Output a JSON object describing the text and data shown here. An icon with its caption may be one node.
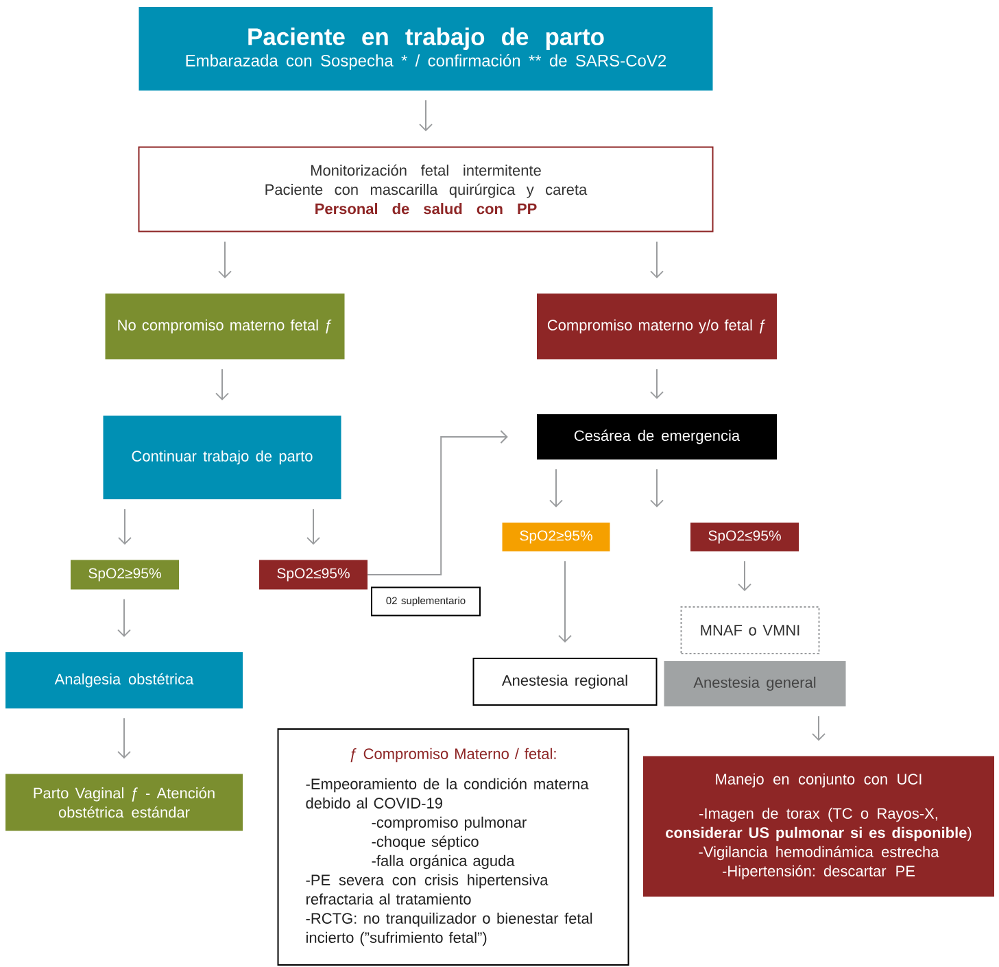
{
  "diagram": {
    "nodes": [
      {
        "text": [
          "Paciente en trabajo de parto",
          "Embarazada con Sospecha * / confirmación ** de SARS-CoV2"
        ]
      },
      {
        "text": [
          "Monitorización fetal intermitente",
          "Paciente con mascarilla quirúrgica y careta",
          "Personal de salud con PP"
        ]
      },
      {
        "text": [
          "No compromiso materno fetal ƒ"
        ]
      },
      {
        "text": [
          "Compromiso materno y/o fetal ƒ"
        ]
      },
      {
        "text": [
          "Continuar trabajo de parto"
        ]
      },
      {
        "text": [
          "Cesárea de emergencia"
        ]
      },
      {
        "text": [
          "SpO2≥95%"
        ]
      },
      {
        "text": [
          "SpO2≤95%"
        ]
      },
      {
        "text": [
          "SpO2≥95%"
        ]
      },
      {
        "text": [
          "SpO2≤95%"
        ]
      },
      {
        "text": [
          "MNAF o VMNI"
        ]
      },
      {
        "text": [
          "Analgesia obstétrica"
        ]
      },
      {
        "text": [
          "Anestesia regional"
        ]
      },
      {
        "text": [
          "Anestesia general"
        ]
      },
      {
        "text": [
          "Parto Vaginal ƒ - Atención obstétrica estándar"
        ]
      },
      {
        "text": [
          "ƒ  Compromiso Materno / fetal:",
          "-Empeoramiento de la condición materna debido al COVID-19",
          "-compromiso pulmonar",
          "-choque séptico",
          "-falla orgánica aguda",
          "-PE severa con crisis hipertensiva refractaria al tratamiento",
          "-RCTG: no tranquilizador o bienestar fetal incierto (”sufrimiento fetal”)"
        ]
      },
      {
        "text": [
          "Manejo en conjunto con UCI",
          "-Imagen de torax (TC o Rayos-X, **considerar US pulmonar si es disponible**)",
          "-Vigilancia hemodinámica estrecha",
          "-Hipertensión: descartar PE"
        ]
      }
    ],
    "edges": [
      {
        "from": 0,
        "to": 1,
        "arrow": "to"
      },
      {
        "from": 1,
        "to": 2,
        "arrow": "to"
      },
      {
        "from": 1,
        "to": 3,
        "arrow": "to"
      },
      {
        "from": 2,
        "to": 4,
        "arrow": "to"
      },
      {
        "from": 3,
        "to": 5,
        "arrow": "to"
      },
      {
        "from": 4,
        "to": 6,
        "arrow": "to"
      },
      {
        "from": 4,
        "to": 7,
        "arrow": "to"
      },
      {
        "from": 7,
        "to": 5,
        "arrow": "to",
        "label": "02 suplementario"
      },
      {
        "from": 5,
        "to": 8,
        "arrow": "to"
      },
      {
        "from": 5,
        "to": 9,
        "arrow": "to"
      },
      {
        "from": 6,
        "to": 11,
        "arrow": "to"
      },
      {
        "from": 8,
        "to": 12,
        "arrow": "to"
      },
      {
        "from": 9,
        "to": 10,
        "arrow": "to"
      },
      {
        "from": 11,
        "to": 14,
        "arrow": "to"
      },
      {
        "from": 13,
        "to": 16,
        "arrow": "to"
      }
    ]
  }
}
